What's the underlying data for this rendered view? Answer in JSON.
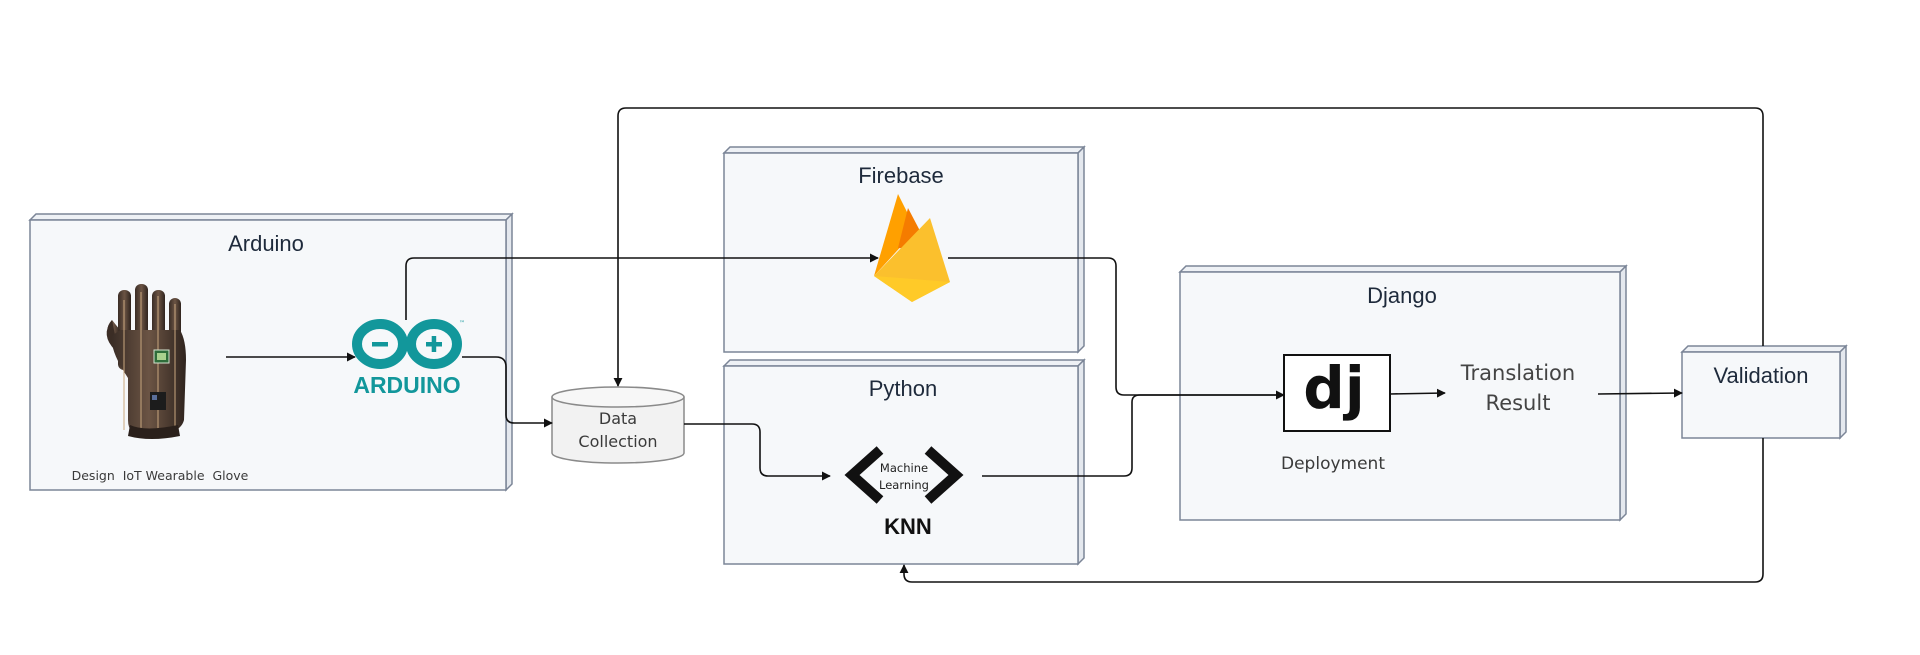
{
  "arduino": {
    "title": "Arduino",
    "logo_text": "ARDUINO",
    "caption": "Design  IoT Wearable  Glove",
    "glove_icon": "wearable-glove-icon",
    "logo_icon": "arduino-logo-icon"
  },
  "data_collection": {
    "line1": "Data",
    "line2": "Collection"
  },
  "firebase": {
    "title": "Firebase",
    "icon": "firebase-flame-icon"
  },
  "python": {
    "title": "Python",
    "ml_line1": "Machine",
    "ml_line2": "Learning",
    "algorithm": "KNN"
  },
  "django": {
    "title": "Django",
    "logo_text": "dj",
    "deployment": "Deployment",
    "result_line1": "Translation",
    "result_line2": "Result"
  },
  "validation": {
    "title": "Validation"
  },
  "colors": {
    "box_fill": "#f6f8fa",
    "box_stroke": "#7b8597",
    "arduino_teal": "#12979b",
    "firebase_yellow": "#fbc02d",
    "firebase_orange": "#f57c00",
    "arrow": "#111111"
  }
}
